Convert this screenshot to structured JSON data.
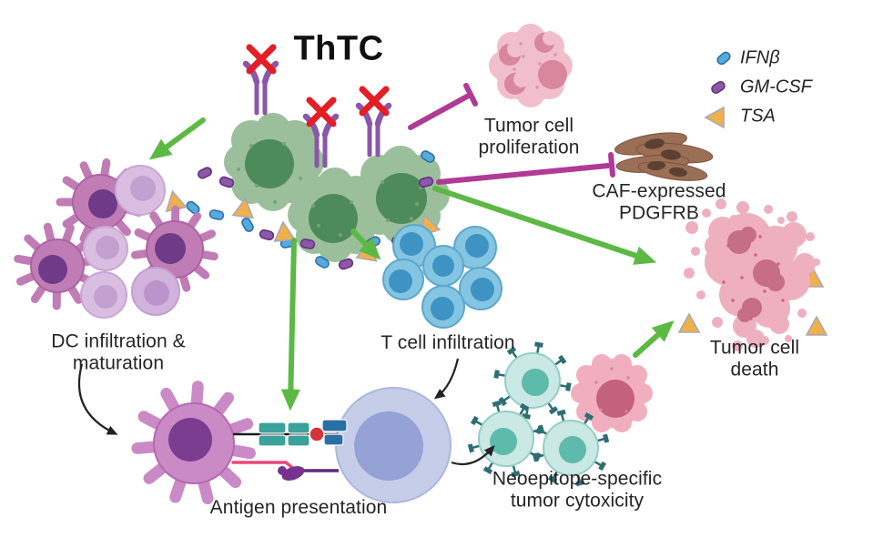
{
  "figure": {
    "title": "ThTC",
    "labels": {
      "tumor_proliferation": "Tumor cell\nproliferation",
      "caf": "CAF-expressed\nPDGFRB",
      "dc": "DC infiltration &\nmaturation",
      "t_cell": "T cell infiltration",
      "tumor_death": "Tumor cell death",
      "antigen": "Antigen presentation",
      "neoepitope": "Neoepitope-specific\ntumor cytoxicity"
    },
    "legend": {
      "items": [
        {
          "id": "ifnb",
          "label": "IFNβ",
          "shape": "capsule",
          "color": "#55AADF"
        },
        {
          "id": "gmcsf",
          "label": "GM-CSF",
          "shape": "capsule",
          "color": "#8F57A7"
        },
        {
          "id": "tsa",
          "label": "TSA",
          "shape": "triangle",
          "color": "#F1B04A"
        }
      ]
    },
    "colors": {
      "activation_arrow": "#5CB944",
      "inhibition_arrow": "#B03A95",
      "thtc_cell": "#9CBF9B",
      "thtc_nucleus": "#4E8B5B",
      "dc_cell": "#C07CB4",
      "immature_dc_cell": "#D9BEE1",
      "t_cell": "#84C5E2",
      "tumor_cell_pink": "#F1BFCB",
      "caf_cell": "#9A6F55",
      "ctl_cell": "#CAE8E4",
      "antigen_t_cell": "#C6CDE9",
      "blocked_x": "#E41E25"
    },
    "relationships": [
      {
        "from": "ThTC",
        "to": "Tumor cell proliferation",
        "effect": "inhibits"
      },
      {
        "from": "ThTC",
        "to": "CAF-expressed PDGFRB",
        "effect": "inhibits"
      },
      {
        "from": "ThTC",
        "to": "DC infiltration & maturation",
        "effect": "promotes"
      },
      {
        "from": "ThTC",
        "to": "T cell infiltration",
        "effect": "promotes"
      },
      {
        "from": "ThTC",
        "to": "Tumor cell death",
        "effect": "promotes"
      },
      {
        "from": "ThTC",
        "to": "Antigen presentation",
        "effect": "promotes"
      },
      {
        "from": "Neoepitope-specific tumor cytoxicity",
        "to": "Tumor cell death",
        "effect": "promotes"
      }
    ]
  }
}
